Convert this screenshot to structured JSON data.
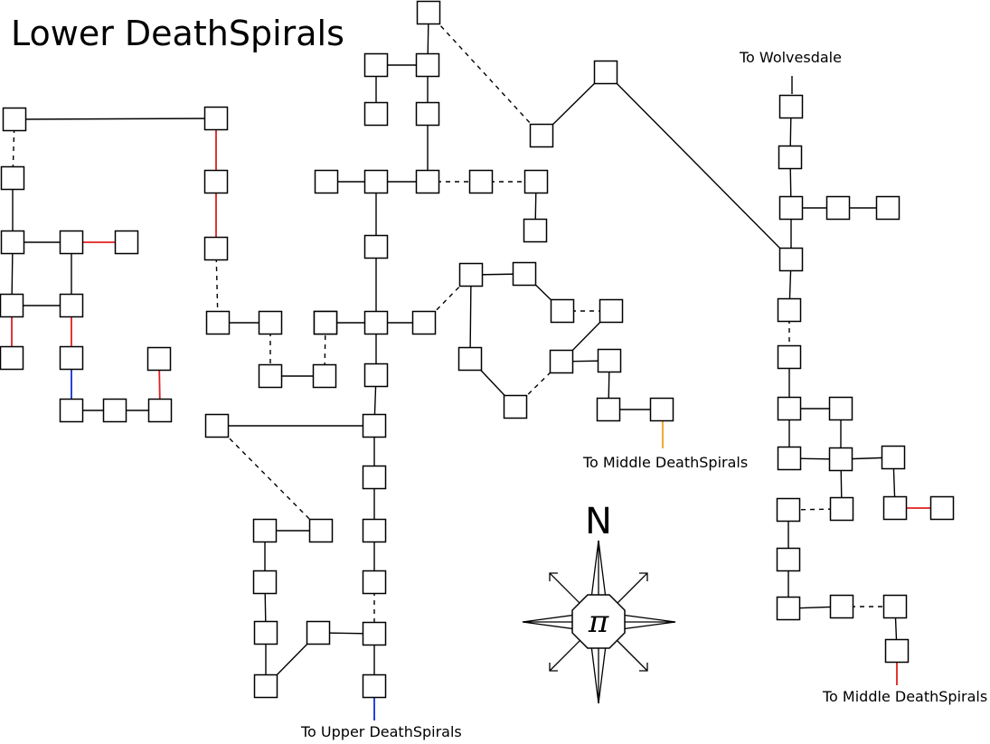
{
  "title": "Lower DeathSpirals",
  "exit_labels": {
    "wolvesdale": "To Wolvesdale",
    "middle_1": "To Middle DeathSpirals",
    "middle_2": "To Middle DeathSpirals",
    "upper": "To Upper DeathSpirals"
  },
  "compass": {
    "north_label": "N",
    "center_symbol": "π"
  },
  "legend_colors": {
    "plain": "#000000",
    "red": "#e02020",
    "blue": "#1030d0",
    "orange": "#f0a020"
  }
}
